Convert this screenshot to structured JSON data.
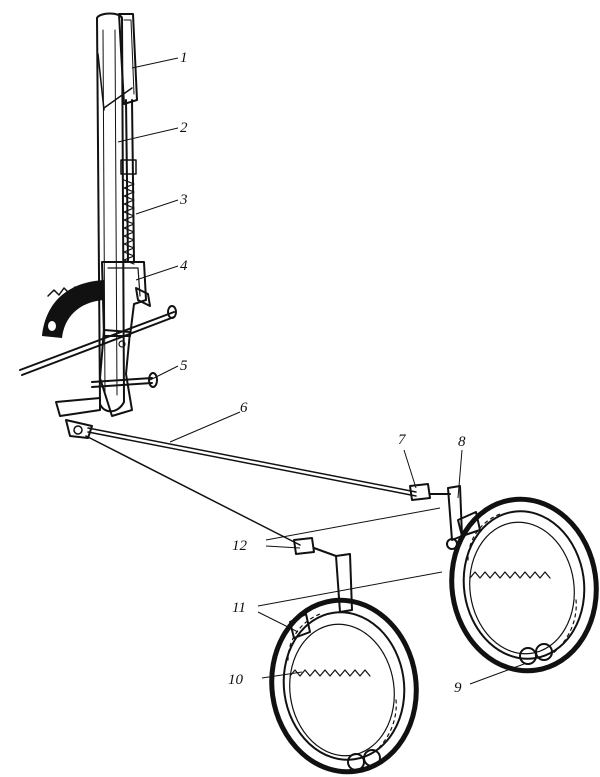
{
  "figure": {
    "callouts": [
      {
        "id": "c1",
        "text": "1"
      },
      {
        "id": "c2",
        "text": "2"
      },
      {
        "id": "c3",
        "text": "3"
      },
      {
        "id": "c4",
        "text": "4"
      },
      {
        "id": "c5",
        "text": "5"
      },
      {
        "id": "c6",
        "text": "6"
      },
      {
        "id": "c7",
        "text": "7"
      },
      {
        "id": "c8",
        "text": "8"
      },
      {
        "id": "c9",
        "text": "9"
      },
      {
        "id": "c10",
        "text": "10"
      },
      {
        "id": "c11",
        "text": "11"
      },
      {
        "id": "c12",
        "text": "12"
      }
    ],
    "ink_color": "#111111",
    "paper_color": "#ffffff"
  }
}
